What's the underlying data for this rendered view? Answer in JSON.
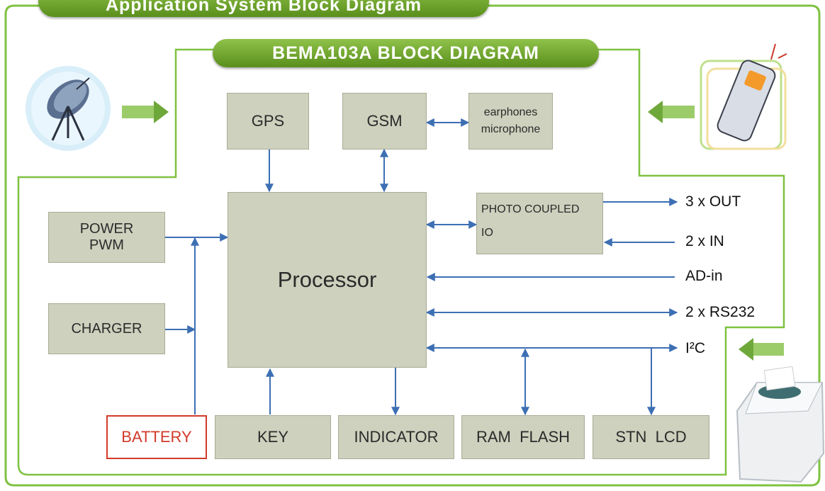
{
  "titles": {
    "outer": "Application System Block Diagram",
    "inner": "BEMA103A  BLOCK  DIAGRAM"
  },
  "blocks": {
    "gps": "GPS",
    "gsm": "GSM",
    "earphones": "earphones",
    "microphone": "microphone",
    "photo_line1": "PHOTO COUPLED",
    "photo_line2": "IO",
    "power_line1": "POWER",
    "power_line2": "PWM",
    "processor": "Processor",
    "charger": "CHARGER",
    "battery": "BATTERY",
    "key": "KEY",
    "indicator": "INDICATOR",
    "ram_flash": "RAM  FLASH",
    "stn_lcd": "STN  LCD"
  },
  "io_labels": {
    "out": "3 x OUT",
    "in": "2 x IN",
    "adin": "AD-in",
    "rs232": "2 x RS232",
    "i2c": "I²C"
  },
  "colors": {
    "frame_green": "#7fc241",
    "banner_green": "#6aa02b",
    "block_fill": "#cdd1bd",
    "arrow_blue": "#3d6fb3",
    "battery_red": "#d23a2a"
  },
  "icons": [
    "satellite-dish-icon",
    "mobile-phone-icon",
    "receipt-printer-icon"
  ]
}
